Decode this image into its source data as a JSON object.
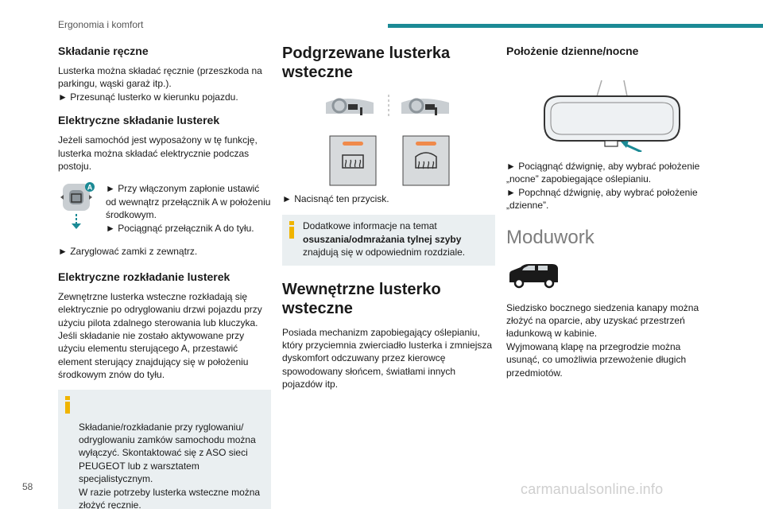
{
  "header": {
    "title": "Ergonomia i komfort"
  },
  "footer": {
    "page_number": "58",
    "watermark": "carmanualsonline.info"
  },
  "col1": {
    "s1_title": "Składanie ręczne",
    "s1_body": "Lusterka można składać ręcznie (przeszkoda na parkingu, wąski garaż itp.).\n► Przesunąć lusterko w kierunku pojazdu.",
    "s2_title": "Elektryczne składanie lusterek",
    "s2_body": "Jeżeli samochód jest wyposażony w tę funkcję, lusterka można składać elektrycznie podczas postoju.",
    "switch_label": "A",
    "s2_step": "► Przy włączonym zapłonie ustawić od wewnątrz przełącznik A w położeniu środkowym.\n► Pociągnąć przełącznik A do tyłu.",
    "s2_step2": "► Zaryglować zamki z zewnątrz.",
    "s3_title": "Elektryczne rozkładanie lusterek",
    "s3_body": "Zewnętrzne lusterka wsteczne rozkładają się elektrycznie po odryglowaniu drzwi pojazdu przy użyciu pilota zdalnego sterowania lub kluczyka. Jeśli składanie nie zostało aktywowane przy użyciu elementu sterującego A, przestawić element sterujący znajdujący się w położeniu środkowym znów do tyłu.",
    "note": "Składanie/rozkładanie przy ryglowaniu/\nodryglowaniu zamków samochodu można wyłączyć. Skontaktować się z ASO sieci PEUGEOT lub z warsztatem specjalistycznym.\nW razie potrzeby lusterka wsteczne można złożyć ręcznie."
  },
  "col2": {
    "s1_title": "Podgrzewane lusterka wsteczne",
    "s1_step": "► Nacisnąć ten przycisk.",
    "note_a": "Dodatkowe informacje na temat",
    "note_b": "osuszania/odmrażania tylnej szyby",
    "note_c": "znajdują się w odpowiednim rozdziale.",
    "s2_title": "Wewnętrzne lusterko wsteczne",
    "s2_body": "Posiada mechanizm zapobiegający oślepianiu, który przyciemnia zwierciadło lusterka i zmniejsza dyskomfort odczuwany przez kierowcę spowodowany słońcem, światłami innych pojazdów itp."
  },
  "col3": {
    "s1_title": "Położenie dzienne/nocne",
    "s1_body": "► Pociągnąć dźwignię, aby wybrać położenie „nocne” zapobiegające oślepianiu.\n► Popchnąć dźwignię, aby wybrać położenie „dzienne”.",
    "chapter_title": "Moduwork",
    "s2_body": "Siedzisko bocznego siedzenia kanapy można złożyć na oparcie, aby uzyskać przestrzeń ładunkową w kabinie.\nWyjmowaną klapę na przegrodzie można usunąć, co umożliwia przewożenie długich przedmiotów."
  },
  "colors": {
    "accent": "#1b8a95",
    "note_bg": "#eaeff1",
    "info_icon": "#f0b400",
    "heater_led": "#f08a4b"
  }
}
